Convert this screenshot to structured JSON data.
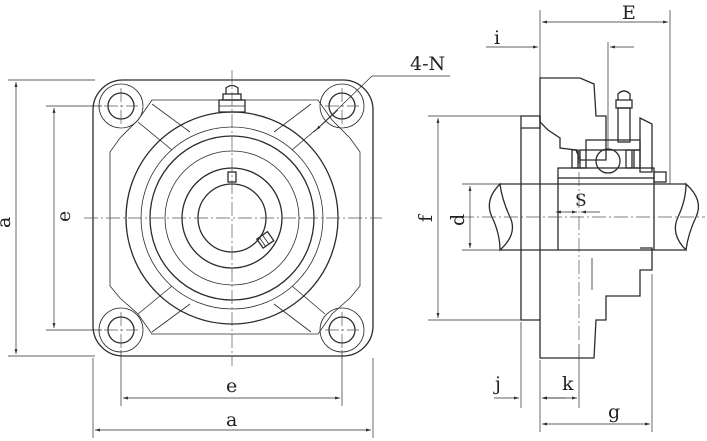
{
  "labels": {
    "a_vertical": "a",
    "e_vertical": "e",
    "e_horizontal": "e",
    "a_horizontal": "a",
    "mount_holes": "4-N",
    "E": "E",
    "i": "i",
    "f": "f",
    "d": "d",
    "S": "S",
    "j": "j",
    "k": "k",
    "g": "g"
  }
}
